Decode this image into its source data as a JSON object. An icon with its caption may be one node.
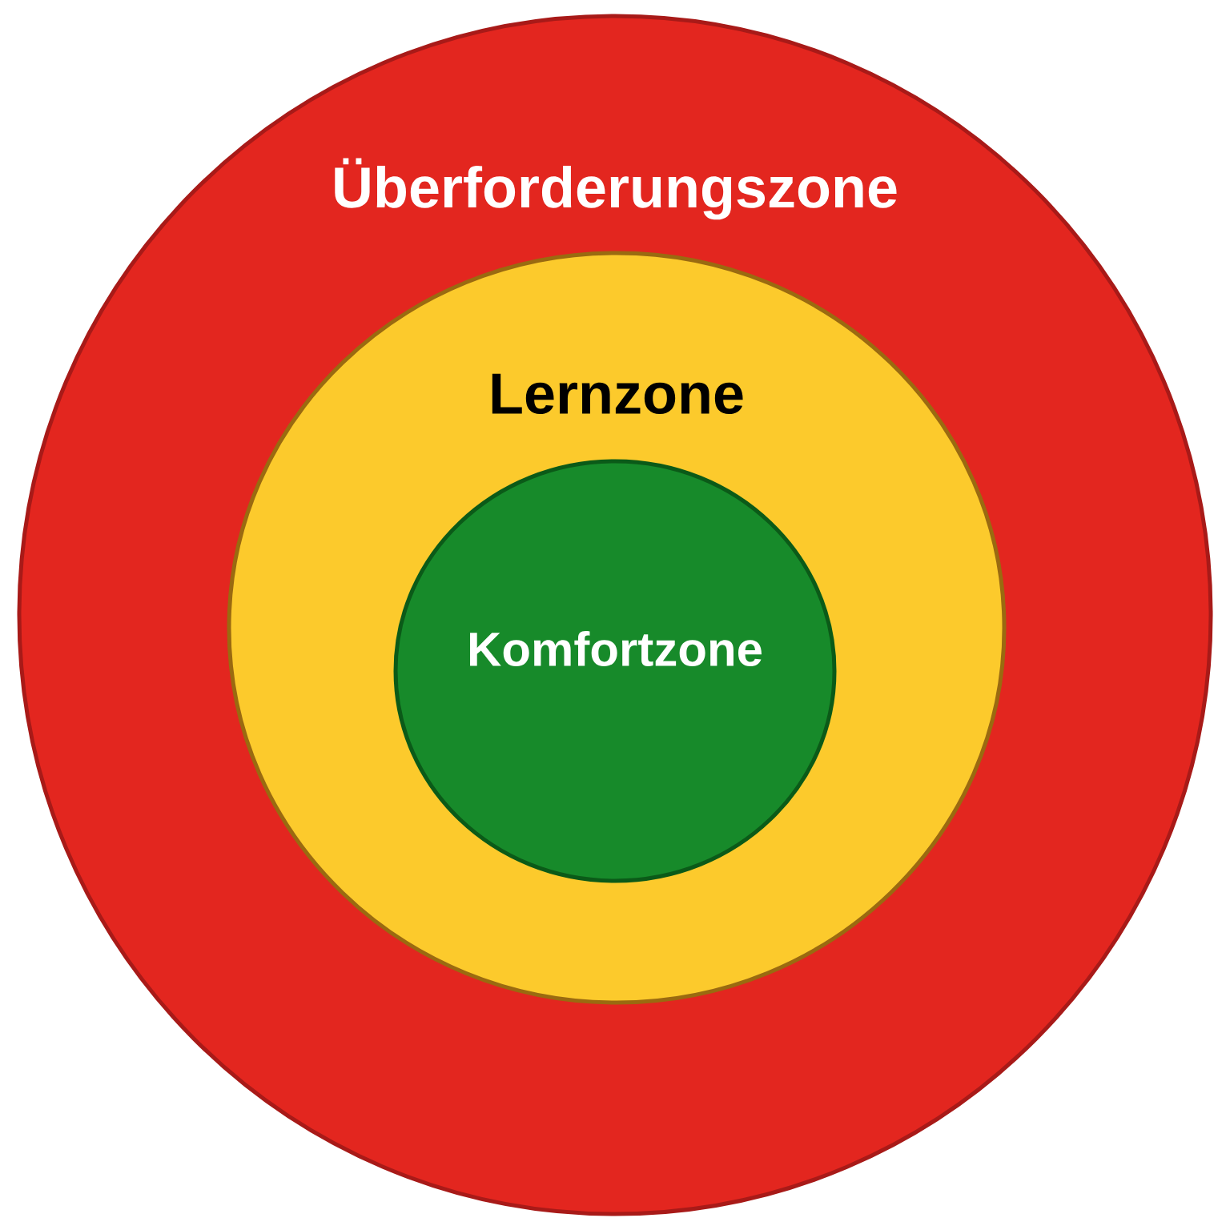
{
  "diagram": {
    "nodes": [
      {
        "text": [
          "Überforderungszone"
        ]
      },
      {
        "text": [
          "Lernzone"
        ],
        "in": 0
      },
      {
        "text": [
          "Komfortzone"
        ],
        "in": 1
      }
    ]
  }
}
